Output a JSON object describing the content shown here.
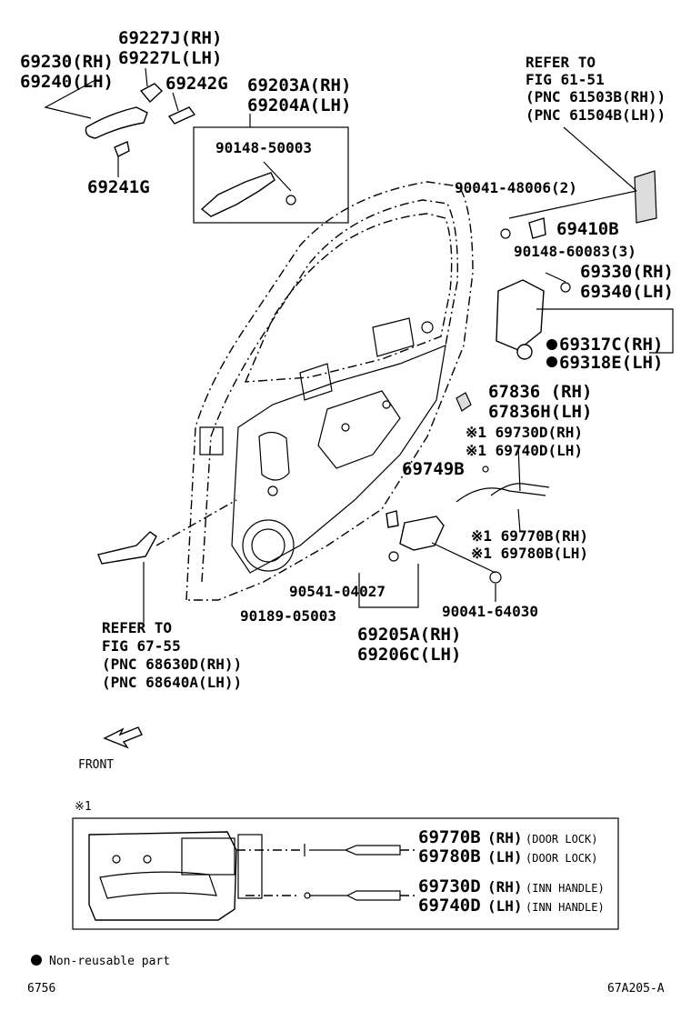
{
  "labels": {
    "l69227": [
      "69227J(RH)",
      "69227L(LH)"
    ],
    "l69230": [
      "69230(RH)",
      "69240(LH)"
    ],
    "l69242": "69242G",
    "l69241": "69241G",
    "l69203": [
      "69203A(RH)",
      "69204A(LH)"
    ],
    "l90148_50003": "90148-50003",
    "l_refer_61": [
      "REFER TO",
      "FIG 61-51",
      "(PNC 61503B(RH))",
      "(PNC 61504B(LH))"
    ],
    "l90041_48006": "90041-48006(2)",
    "l69410": "69410B",
    "l90148_60083": "90148-60083(3)",
    "l69330": [
      "69330(RH)",
      "69340(LH)"
    ],
    "l69317": [
      "69317C(RH)",
      "69318E(LH)"
    ],
    "l67836": [
      "67836 (RH)",
      "67836H(LH)"
    ],
    "l69730": [
      "※1 69730D(RH)",
      "※1 69740D(LH)"
    ],
    "l69749": "69749B",
    "l69770": [
      "※1 69770B(RH)",
      "※1 69780B(LH)"
    ],
    "l90541": "90541-04027",
    "l90189": "90189-05003",
    "l90041_64030": "90041-64030",
    "l69205": [
      "69205A(RH)",
      "69206C(LH)"
    ],
    "l_refer_67": [
      "REFER TO",
      "FIG 67-55",
      "(PNC 68630D(RH))",
      "(PNC 68640A(LH))"
    ],
    "front": "FRONT",
    "note_mark": "※1",
    "inset": [
      {
        "part": "69770B",
        "side": "(RH)",
        "desc": "(DOOR LOCK)"
      },
      {
        "part": "69780B",
        "side": "(LH)",
        "desc": "(DOOR LOCK)"
      },
      {
        "part": "69730D",
        "side": "(RH)",
        "desc": "(INN HANDLE)"
      },
      {
        "part": "69740D",
        "side": "(LH)",
        "desc": "(INN HANDLE)"
      }
    ],
    "legend": "Non-reusable part",
    "page_no": "6756",
    "fig_code": "67A205-A"
  }
}
